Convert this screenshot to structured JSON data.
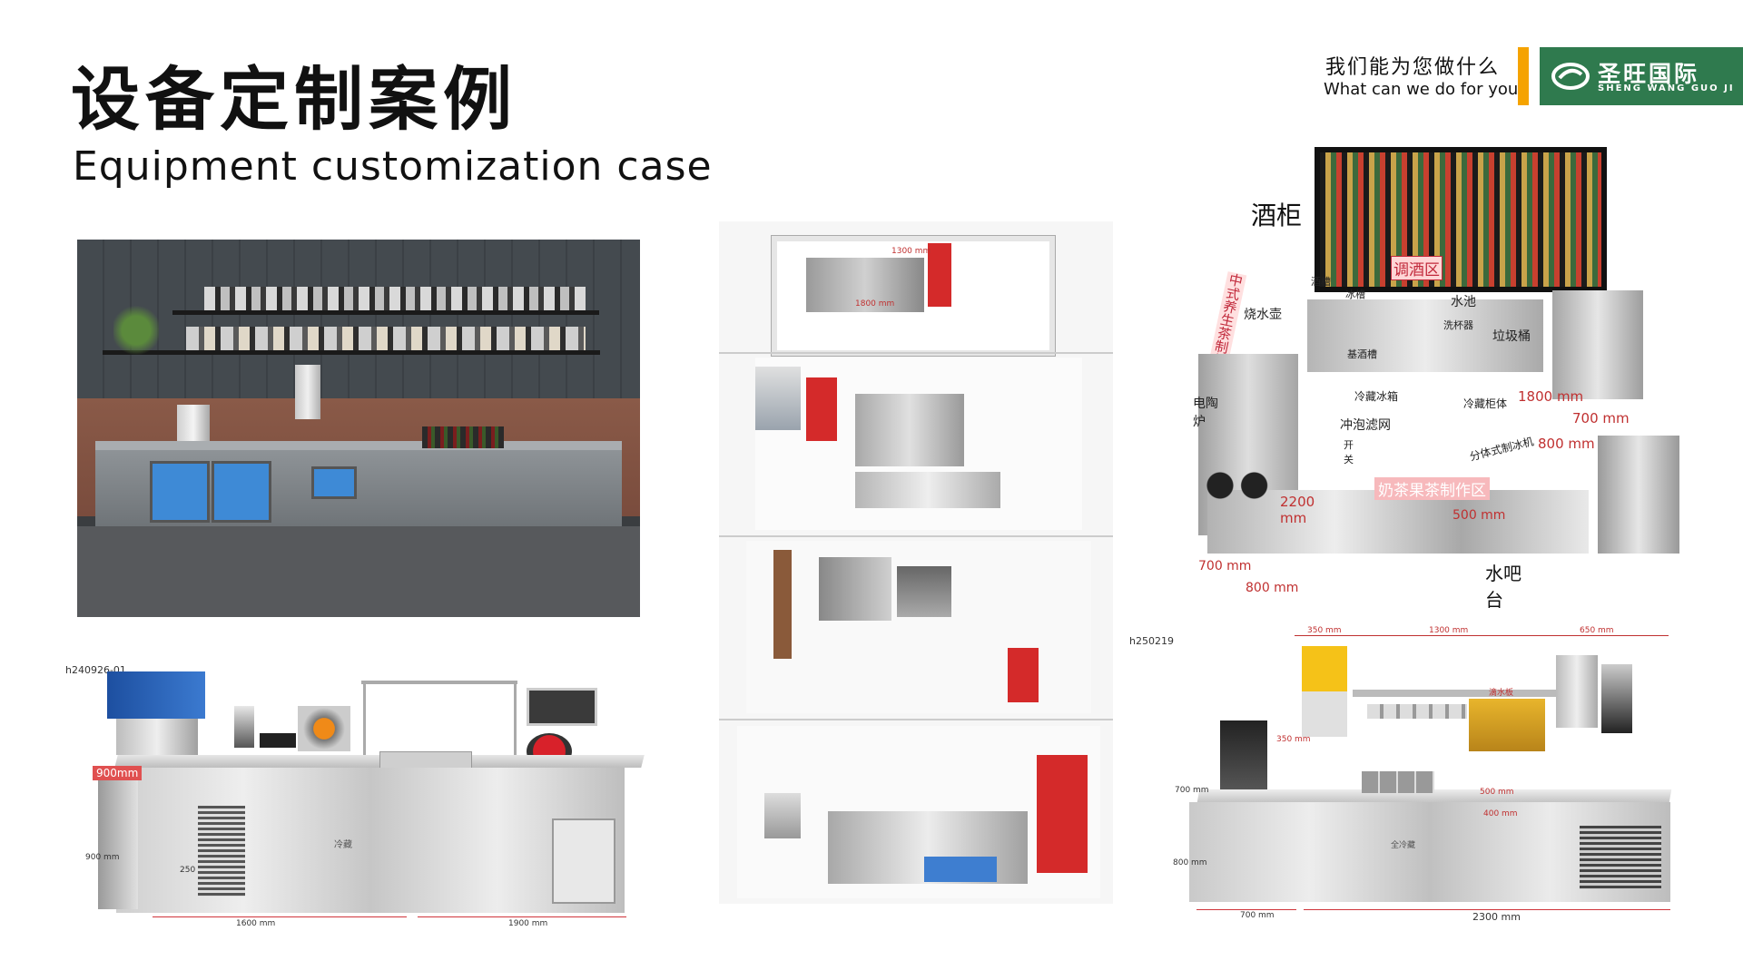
{
  "header": {
    "title_zh": "设备定制案例",
    "title_en": "Equipment customization case",
    "tagline_zh": "我们能为您做什么",
    "tagline_en": "What can we do for you"
  },
  "brand": {
    "name_zh": "圣旺国际",
    "name_en": "SHENG WANG GUO JI",
    "accent": "#f5a300",
    "green": "#2f7a4e"
  },
  "drawing_a": {
    "code": "h240926-01",
    "dims": [
      "900mm",
      "900 mm",
      "250",
      "1600 mm",
      "1900 mm"
    ],
    "label_fridge": "冷藏"
  },
  "layout_plan": {
    "dims": [
      "1800 mm",
      "1300 mm"
    ]
  },
  "bar_plan": {
    "zones": [
      "酒柜",
      "调酒区",
      "中式养生茶制作区",
      "奶茶果茶制作区"
    ],
    "labels": [
      "烧水壶",
      "电陶炉",
      "酒槽",
      "冰槽",
      "水池",
      "洗杯器",
      "基酒槽",
      "垃圾桶",
      "冷藏冰箱",
      "冷藏柜体",
      "冲泡滤网",
      "开关",
      "分体式制冰机",
      "水吧台"
    ],
    "dims": [
      "1800 mm",
      "700 mm",
      "800 mm",
      "2200 mm",
      "500 mm",
      "700 mm",
      "800 mm"
    ]
  },
  "drawing_b": {
    "code": "h250219",
    "dims": [
      "350 mm",
      "1300 mm",
      "650 mm",
      "350 mm",
      "700 mm",
      "800 mm",
      "700 mm",
      "2300 mm",
      "500 mm",
      "400 mm"
    ],
    "label_fridge": "全冷藏",
    "label_board": "滴水板"
  }
}
